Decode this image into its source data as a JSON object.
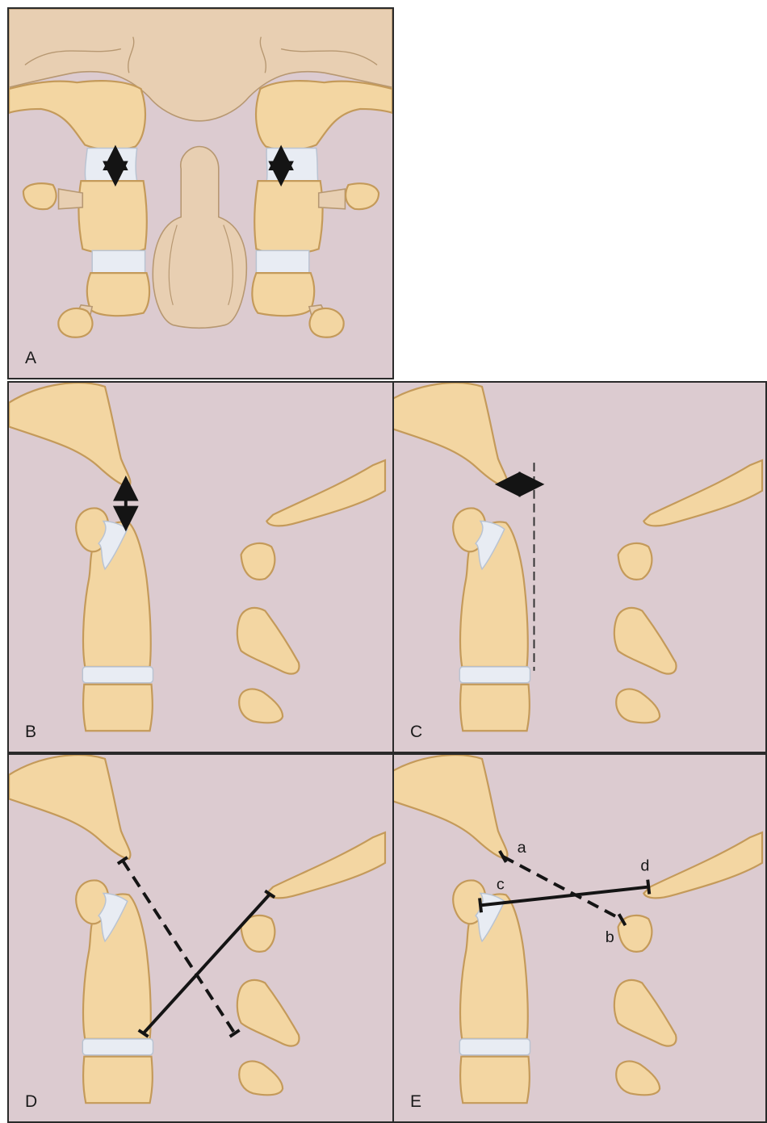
{
  "panels": {
    "a": {
      "label": "A"
    },
    "b": {
      "label": "B"
    },
    "c": {
      "label": "C"
    },
    "d": {
      "label": "D"
    },
    "e": {
      "label": "E",
      "points": {
        "a": "a",
        "b": "b",
        "c": "c",
        "d": "d"
      }
    }
  },
  "colors": {
    "background": "#dccbd0",
    "bone_fill": "#f3d6a2",
    "bone_outline": "#c49a5a",
    "cartilage": "#e8ecf3",
    "soft_tissue": "#e8cfb2",
    "line": "#141414"
  },
  "icons": [
    "double-arrow-icon",
    "dashed-line",
    "measurement-line"
  ]
}
